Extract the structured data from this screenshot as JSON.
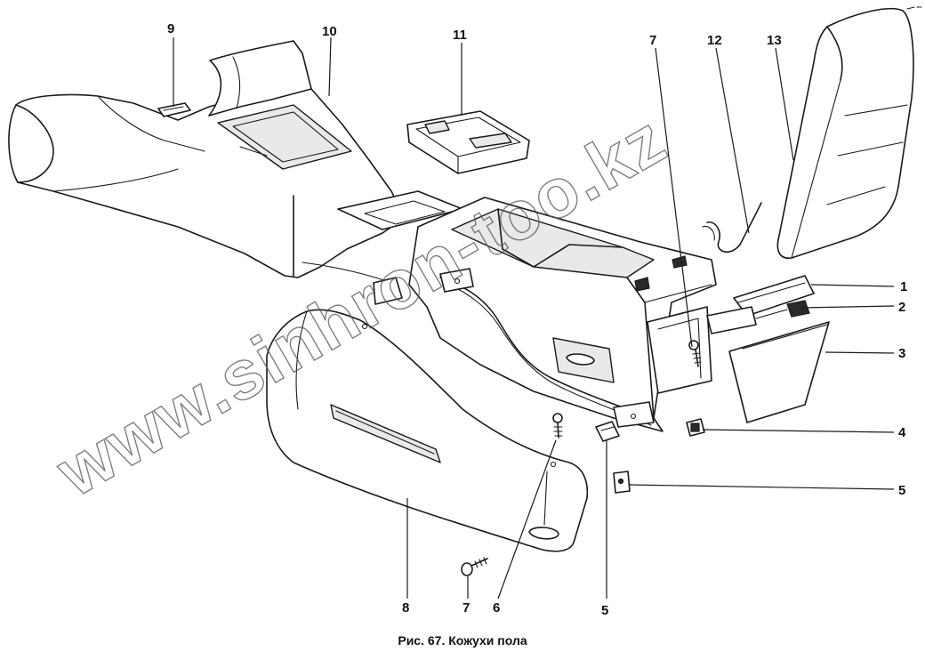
{
  "caption": "Рис. 67. Кожухи пола",
  "watermark": "www.sinhron-too.kz",
  "callouts": [
    "9",
    "10",
    "11",
    "7",
    "12",
    "13",
    "1",
    "2",
    "3",
    "4",
    "5",
    "8",
    "7",
    "6",
    "5"
  ]
}
